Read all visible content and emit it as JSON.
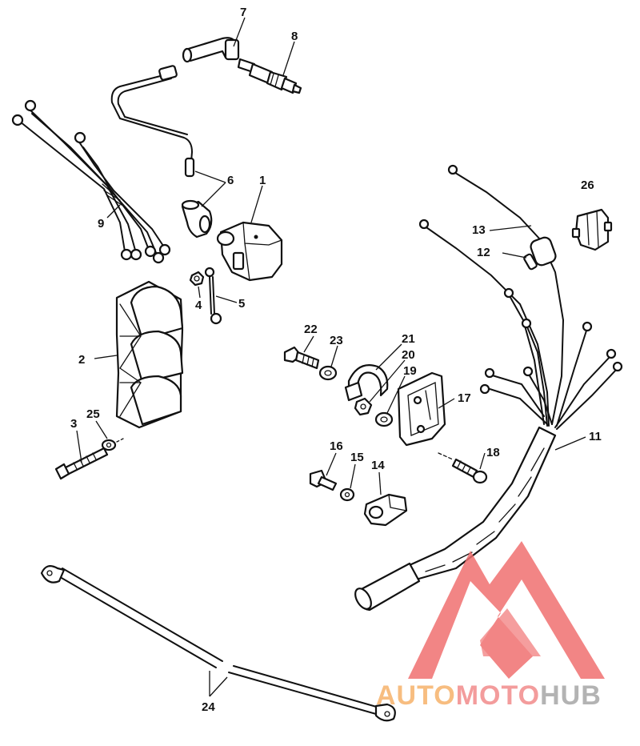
{
  "callouts": {
    "c1": "1",
    "c2": "2",
    "c3": "3",
    "c4": "4",
    "c5": "5",
    "c6": "6",
    "c7": "7",
    "c8": "8",
    "c9": "9",
    "c11": "11",
    "c12": "12",
    "c13": "13",
    "c14": "14",
    "c15": "15",
    "c16": "16",
    "c17": "17",
    "c18": "18",
    "c19": "19",
    "c20": "20",
    "c21": "21",
    "c22": "22",
    "c23": "23",
    "c24": "24",
    "c25": "25",
    "c26": "26"
  },
  "watermark": {
    "part1": "AUTO",
    "part2": "MOTO",
    "part3": "HUB",
    "color_orange": "#f6b26b",
    "color_pink": "#f28b8b",
    "color_grey": "#a6a6a6",
    "logo_color": "#f07070"
  }
}
